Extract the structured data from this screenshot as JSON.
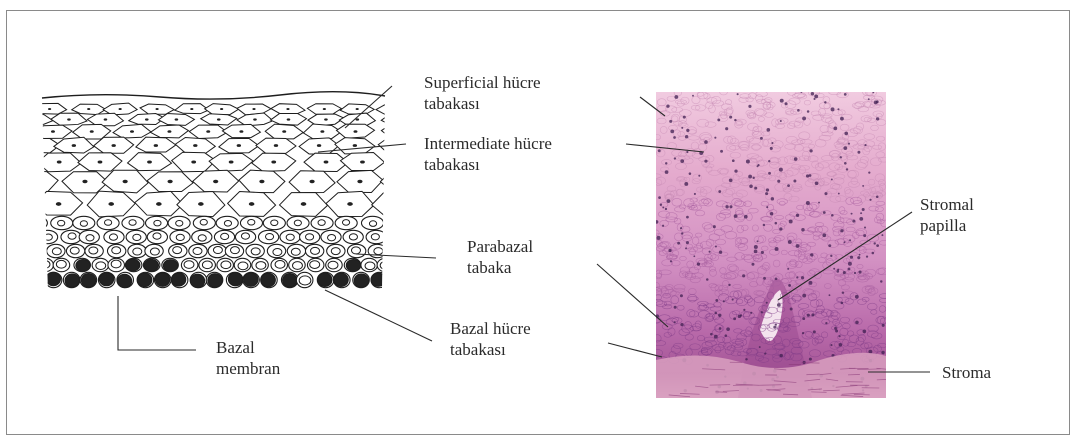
{
  "labels": {
    "superficial": {
      "line1": "Superficial hücre",
      "line2": "tabakası"
    },
    "intermediate": {
      "line1": "Intermediate hücre",
      "line2": "tabakası"
    },
    "parabazal": {
      "line1": "Parabazal",
      "line2": "tabaka"
    },
    "bazal_hucre": {
      "line1": "Bazal hücre",
      "line2": "tabakası"
    },
    "bazal_membran": {
      "line1": "Bazal",
      "line2": "membran"
    },
    "stromal_papilla": {
      "line1": "Stromal",
      "line2": "papilla"
    },
    "stroma": "Stroma"
  },
  "colors": {
    "ink": "#1e1e1e",
    "frame": "#8a8a8a",
    "tissue_light": "#e9b7d2",
    "tissue_mid": "#c97fb5",
    "tissue_dark": "#8e4d9a",
    "nucleus": "#3f1f52",
    "stroma": "#d9a0bf"
  }
}
